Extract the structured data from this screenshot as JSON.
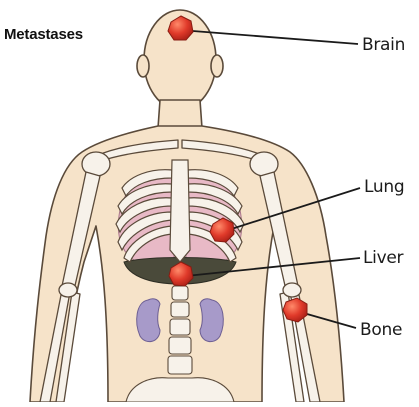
{
  "diagram": {
    "title": "Metastases",
    "sites": [
      {
        "id": "brain",
        "label": "Brain"
      },
      {
        "id": "lung",
        "label": "Lung"
      },
      {
        "id": "liver",
        "label": "Liver"
      },
      {
        "id": "bone",
        "label": "Bone"
      }
    ],
    "colors": {
      "skin": "#f6e3c9",
      "outline": "#5a4a3a",
      "bone": "#f7f2ea",
      "rib_shade": "#9b9b9b",
      "lung": "#e8b9c6",
      "liver": "#4a4a3a",
      "kidney": "#a79ac9",
      "tumor": "#e03a2a",
      "tumor_highlight": "#ff8a6a",
      "leader_line": "#1a1a1a"
    }
  }
}
